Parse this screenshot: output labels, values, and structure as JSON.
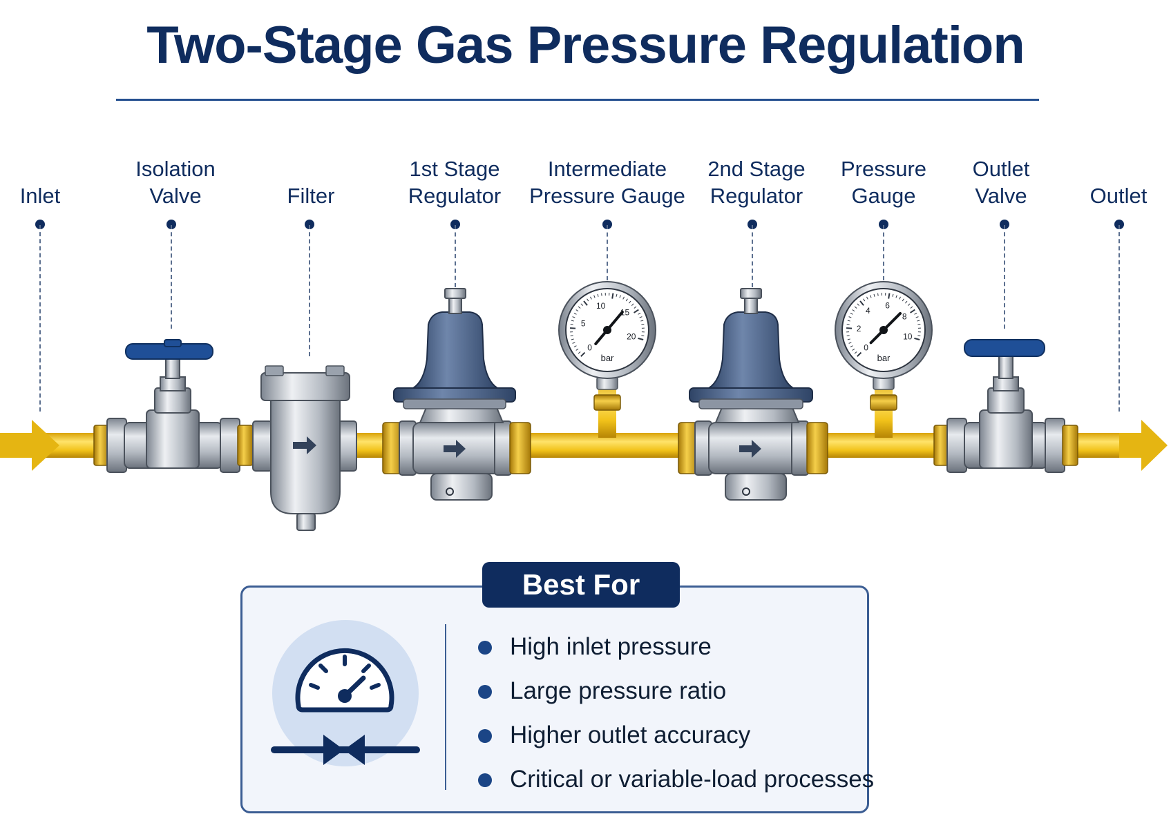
{
  "title": "Two-Stage Gas Pressure Regulation",
  "components": [
    {
      "id": "inlet",
      "lines": [
        "Inlet"
      ]
    },
    {
      "id": "isolation-valve",
      "lines": [
        "Isolation",
        "Valve"
      ]
    },
    {
      "id": "filter",
      "lines": [
        "Filter"
      ]
    },
    {
      "id": "1st-stage-regulator",
      "lines": [
        "1st Stage",
        "Regulator"
      ]
    },
    {
      "id": "intermediate-pressure-gauge",
      "lines": [
        "Intermediate",
        "Pressure Gauge"
      ]
    },
    {
      "id": "2nd-stage-regulator",
      "lines": [
        "2nd Stage",
        "Regulator"
      ]
    },
    {
      "id": "pressure-gauge",
      "lines": [
        "Pressure",
        "Gauge"
      ]
    },
    {
      "id": "outlet-valve",
      "lines": [
        "Outlet",
        "Valve"
      ]
    },
    {
      "id": "outlet",
      "lines": [
        "Outlet"
      ]
    }
  ],
  "gauges": {
    "intermediate": {
      "unit": "bar",
      "ticks": [
        "0",
        "5",
        "10",
        "15",
        "20"
      ]
    },
    "outlet": {
      "unit": "bar",
      "ticks": [
        "0",
        "2",
        "4",
        "6",
        "8",
        "10"
      ]
    }
  },
  "best_for": {
    "heading": "Best For",
    "items": [
      "High inlet pressure",
      "Large pressure ratio",
      "Higher outlet accuracy",
      "Critical or variable-load processes"
    ]
  },
  "colors": {
    "navy": "#0f2c5e",
    "gas_yellow": "#f1c21a",
    "steel": "#a9b0b9",
    "regulator_blue": "#4d6489",
    "valve_handle": "#1f4f97",
    "panel_bg": "#f2f5fb"
  }
}
